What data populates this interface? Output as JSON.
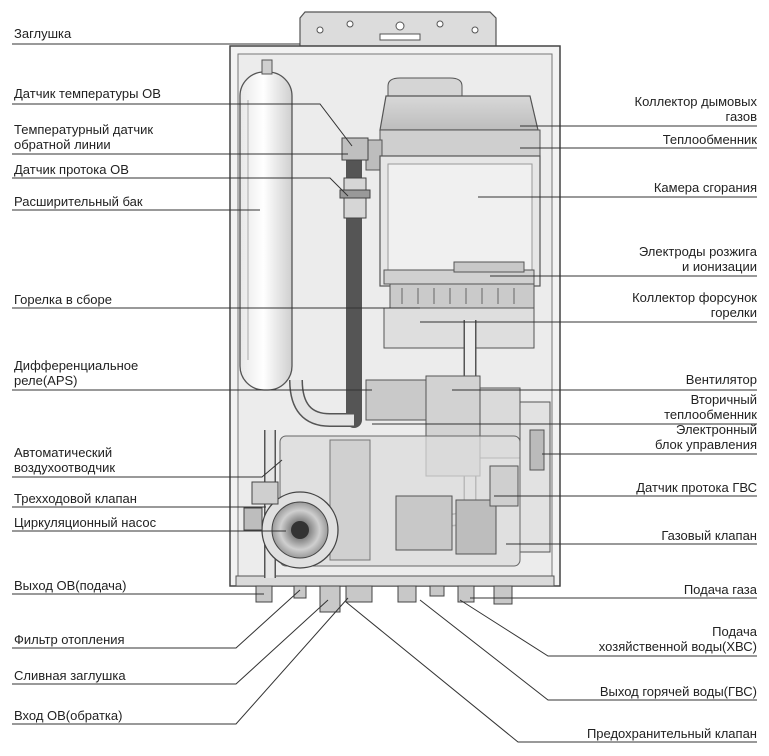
{
  "labels_left": [
    {
      "id": "zaglushka",
      "lines": [
        "Заглушка"
      ]
    },
    {
      "id": "temp-sensor-ov",
      "lines": [
        "Датчик температуры ОВ"
      ]
    },
    {
      "id": "return-temp-sensor",
      "lines": [
        "Температурный датчик",
        "обратной линии"
      ]
    },
    {
      "id": "flow-sensor-ov",
      "lines": [
        "Датчик протока ОВ"
      ]
    },
    {
      "id": "expansion-tank",
      "lines": [
        "Расширительный бак"
      ]
    },
    {
      "id": "burner-assembly",
      "lines": [
        "Горелка в сборе"
      ]
    },
    {
      "id": "aps-relay",
      "lines": [
        "Дифференциальное",
        "реле(APS)"
      ]
    },
    {
      "id": "auto-air-vent",
      "lines": [
        "Автоматический",
        "воздухоотводчик"
      ]
    },
    {
      "id": "three-way-valve",
      "lines": [
        "Трехходовой клапан"
      ]
    },
    {
      "id": "circulation-pump",
      "lines": [
        "Циркуляционный насос"
      ]
    },
    {
      "id": "ov-supply-out",
      "lines": [
        "Выход ОВ(подача)"
      ]
    },
    {
      "id": "heating-filter",
      "lines": [
        "Фильтр отопления"
      ]
    },
    {
      "id": "drain-plug",
      "lines": [
        "Сливная заглушка"
      ]
    },
    {
      "id": "ov-return-in",
      "lines": [
        "Вход ОВ(обратка)"
      ]
    }
  ],
  "labels_right": [
    {
      "id": "flue-collector",
      "lines": [
        "Коллектор дымовых",
        "газов"
      ]
    },
    {
      "id": "heat-exchanger",
      "lines": [
        "Теплообменник"
      ]
    },
    {
      "id": "combustion-chamber",
      "lines": [
        "Камера сгорания"
      ]
    },
    {
      "id": "ignition-electrodes",
      "lines": [
        "Электроды розжига",
        "и ионизации"
      ]
    },
    {
      "id": "nozzle-manifold",
      "lines": [
        "Коллектор форсунок",
        "горелки"
      ]
    },
    {
      "id": "fan",
      "lines": [
        "Вентилятор"
      ]
    },
    {
      "id": "secondary-hx",
      "lines": [
        "Вторичный",
        "теплообменник"
      ]
    },
    {
      "id": "control-unit",
      "lines": [
        "Электронный",
        "блок управления"
      ]
    },
    {
      "id": "dhw-flow-sensor",
      "lines": [
        "Датчик протока ГВС"
      ]
    },
    {
      "id": "gas-valve",
      "lines": [
        "Газовый клапан"
      ]
    },
    {
      "id": "gas-supply",
      "lines": [
        "Подача газа"
      ]
    },
    {
      "id": "cold-water-supply",
      "lines": [
        "Подача",
        "хозяйственной воды(ХВС)"
      ]
    },
    {
      "id": "hot-water-out",
      "lines": [
        "Выход горячей воды(ГВС)"
      ]
    },
    {
      "id": "safety-valve",
      "lines": [
        "Предохранительный клапан"
      ]
    }
  ]
}
